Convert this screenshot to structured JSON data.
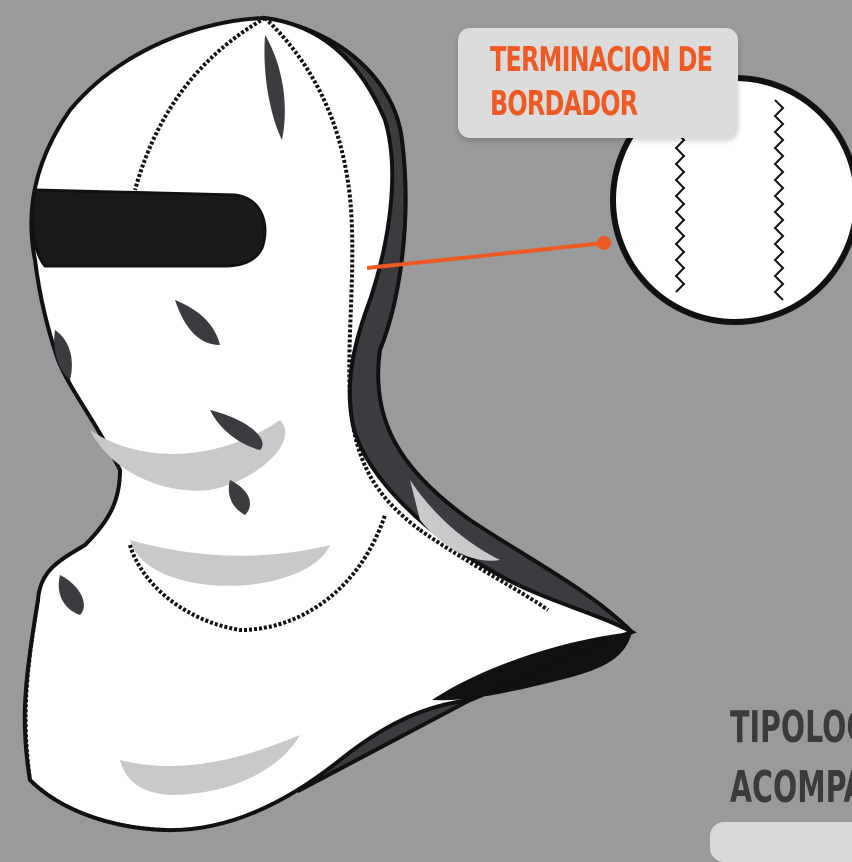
{
  "callout": {
    "line1": "TERMINACION DE",
    "line2": "BORDADOR",
    "color": "#ef5a24"
  },
  "heading": {
    "line1": "TIPOLOGI",
    "line2": "ACOMPAI",
    "color": "#3b3b3e"
  },
  "colors": {
    "background": "#999a9c",
    "fabric": "#ffffff",
    "shadow": "#3c3c40",
    "outline": "#111111",
    "callout_box": "#dcdcdd"
  }
}
